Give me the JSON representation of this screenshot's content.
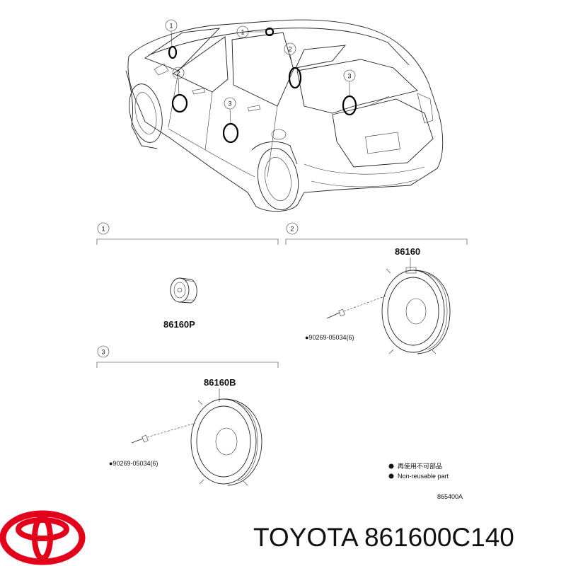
{
  "callouts": [
    "1",
    "1",
    "2",
    "2",
    "3",
    "3"
  ],
  "sections": {
    "s1": {
      "number": "1",
      "part": "86160P"
    },
    "s2": {
      "number": "2",
      "part": "86160",
      "fastener": "●90269-05034(6)"
    },
    "s3": {
      "number": "3",
      "part": "86160B",
      "fastener": "●90269-05034(6)"
    }
  },
  "legend": {
    "line1": "再使用不可部品",
    "line2": "Non-reusable part"
  },
  "diagram_code": "865400A",
  "brand": {
    "caption": "TOYOTA 861600C140",
    "logo_color": "#e3001b"
  }
}
